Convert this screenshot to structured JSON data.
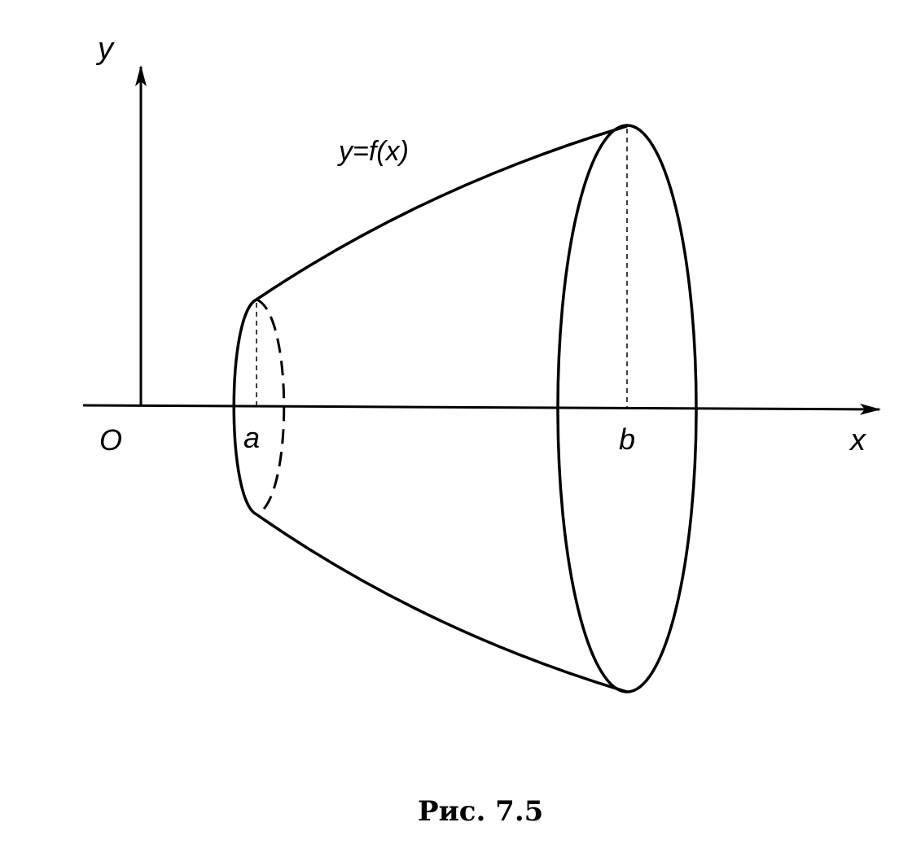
{
  "figure": {
    "labels": {
      "y_axis": "y",
      "x_axis": "x",
      "origin": "O",
      "a": "a",
      "b": "b",
      "curve": "y=f(x)"
    },
    "caption": "Рис. 7.5",
    "stroke_color": "#000000",
    "background": "#ffffff"
  }
}
